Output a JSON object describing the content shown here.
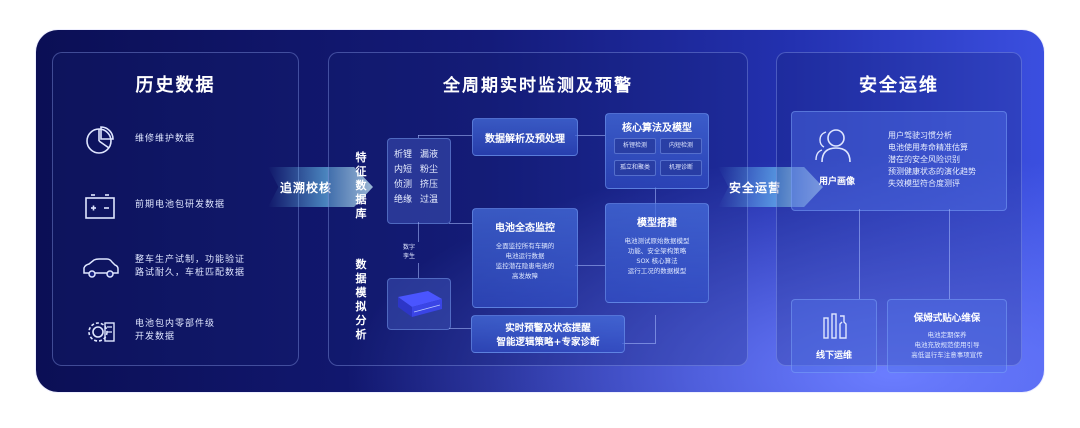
{
  "history": {
    "title": "历史数据",
    "items": [
      {
        "icon": "pie-chart-icon",
        "lines": [
          "维修维护数据"
        ]
      },
      {
        "icon": "battery-icon",
        "lines": [
          "前期电池包研发数据"
        ]
      },
      {
        "icon": "car-icon",
        "lines": [
          "整车生产试制，功能验证",
          "路试耐久，车桩匹配数据"
        ]
      },
      {
        "icon": "gear-component-icon",
        "lines": [
          "电池包内零部件级",
          "开发数据"
        ]
      }
    ]
  },
  "arrows": {
    "trace": "追溯校核",
    "safety": "安全运营"
  },
  "monitor": {
    "title": "全周期实时监测及预警",
    "feature_db": "特征数据库",
    "feature_grid": [
      "析锂",
      "漏液",
      "内短",
      "粉尘",
      "侦测",
      "挤压",
      "绝缘",
      "过温"
    ],
    "sim_label": "数据模拟分析",
    "twin_label": [
      "数字",
      "孪生"
    ],
    "parse": "数据解析及预处理",
    "algo": {
      "title": "核心算法及模型",
      "chips": [
        "析锂检测",
        "内短检测",
        "孤立和聚类",
        "机理诊断"
      ]
    },
    "monitor_box": {
      "title": "电池全态监控",
      "lines": [
        "全面监控所有车辆的",
        "电池运行数据",
        "监控潜在隐患电池的",
        "高发故障"
      ]
    },
    "model_box": {
      "title": "模型搭建",
      "lines": [
        "电池测试原始数据模型",
        "功能、安全架构策略",
        "SOX 核心算法",
        "运行工况的数据模型"
      ]
    },
    "alert": [
      "实时预警及状态提醒",
      "智能逻辑策略+专家诊断"
    ]
  },
  "ops": {
    "title": "安全运维",
    "user_profile": {
      "label": "用户画像",
      "lines": [
        "用户驾驶习惯分析",
        "电池使用寿命精准估算",
        "潜在的安全风险识别",
        "预测健康状态的演化趋势",
        "失效模型符合度测评"
      ]
    },
    "offline": "线下运维",
    "care": {
      "title": "保姆式贴心维保",
      "lines": [
        "电池定期保养",
        "电池充放规范使用引导",
        "高低温行车注意事项宣传"
      ]
    }
  }
}
